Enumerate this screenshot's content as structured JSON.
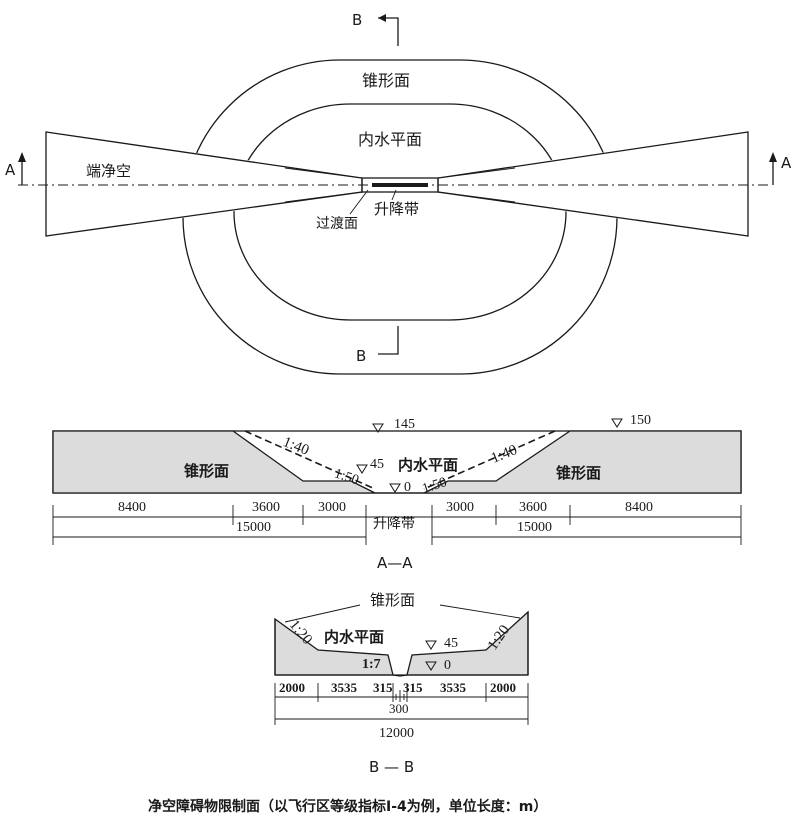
{
  "plan": {
    "section_b_letter_top": "B",
    "section_b_letter_bottom": "B",
    "section_a_letter_left": "A",
    "section_a_letter_right": "A",
    "conical_surface": "锥形面",
    "inner_horizontal": "内水平面",
    "approach": "端净空",
    "transitional": "过渡面",
    "strip": "升降带"
  },
  "section_aa": {
    "elev_145": "145",
    "elev_150": "150",
    "elev_45": "45",
    "elev_0": "0",
    "slope_1_40_left": "1:40",
    "slope_1_40_right": "1:40",
    "slope_1_50_left": "1:50",
    "slope_1_50_right": "1:50",
    "conical_left": "锥形面",
    "conical_right": "锥形面",
    "inner_horizontal": "内水平面",
    "strip": "升降带",
    "dims_left": [
      "8400",
      "3600",
      "3000"
    ],
    "dims_right": [
      "3000",
      "3600",
      "8400"
    ],
    "total_left": "15000",
    "total_right": "15000",
    "caption": "A—A"
  },
  "section_bb": {
    "conical": "锥形面",
    "inner_horizontal": "内水平面",
    "slope_left": "1:20",
    "slope_right": "1:20",
    "slope_1_7": "1:7",
    "elev_45": "45",
    "elev_0": "0",
    "dims": [
      "2000",
      "3535",
      "315",
      "315",
      "3535",
      "2000"
    ],
    "dim_300": "300",
    "total": "12000",
    "caption": "B — B"
  },
  "figure_caption": "净空障碍物限制面（以飞行区等级指标I-4为例，单位长度：m）"
}
